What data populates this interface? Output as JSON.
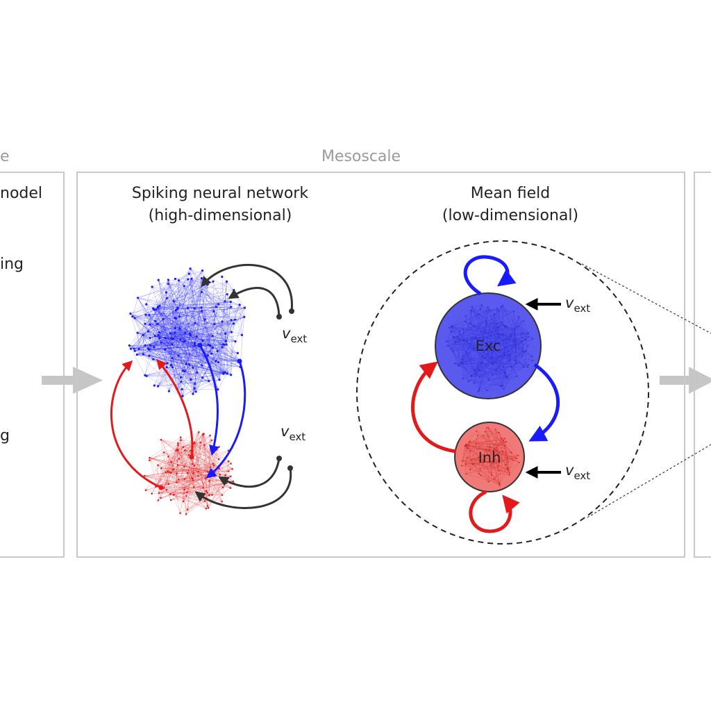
{
  "colors": {
    "panel_border": "#c8c8c8",
    "gray_arrow": "#c6c6c6",
    "excitatory": "#1a1aff",
    "inhibitory": "#e31a1c",
    "external": "#333333"
  },
  "left_panel": {
    "scale_label": "e",
    "lines": [
      "nodel",
      "ing",
      "g"
    ]
  },
  "center_panel": {
    "scale_label": "Mesoscale",
    "snn_title_line1": "Spiking neural network",
    "snn_title_line2": "(high-dimensional)",
    "mf_title_line1": "Mean field",
    "mf_title_line2": "(low-dimensional)",
    "vext_main": "v",
    "vext_sub": "ext",
    "exc_label": "Exc",
    "inh_label": "Inh"
  }
}
